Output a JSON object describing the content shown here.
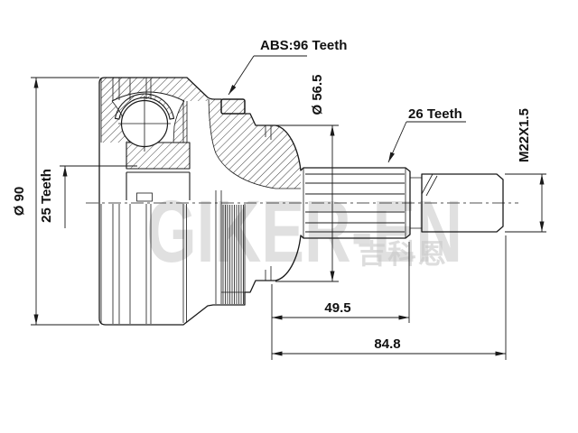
{
  "drawing": {
    "labels": {
      "abs_ring": "ABS:96 Teeth",
      "outer_diameter": "Ø 90",
      "inner_spline": "25 Teeth",
      "body_diameter": "Ø 56.5",
      "shaft_spline": "26 Teeth",
      "thread": "M22X1.5",
      "spline_length": "49.5",
      "total_length": "84.8"
    },
    "watermark": {
      "brand": "GIKER-EN",
      "chinese": "吉科恩"
    },
    "colors": {
      "line": "#1a1a1a",
      "watermark_gray": "#c8c8c8",
      "background": "#ffffff"
    }
  }
}
